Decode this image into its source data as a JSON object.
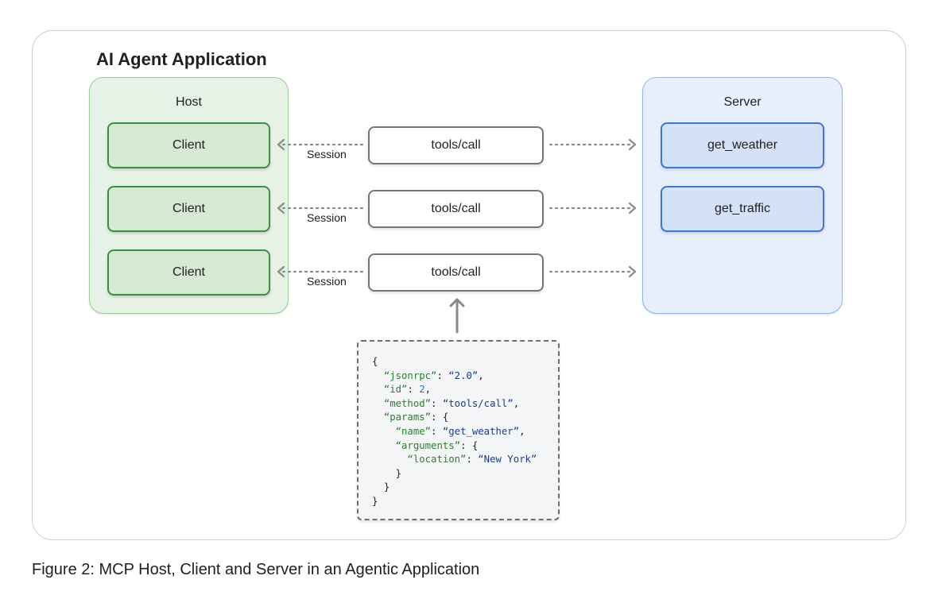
{
  "figure": {
    "app_title": "AI Agent Application",
    "caption": "Figure 2:  MCP Host, Client and Server in an Agentic Application"
  },
  "host": {
    "label": "Host",
    "clients": [
      "Client",
      "Client",
      "Client"
    ]
  },
  "server": {
    "label": "Server",
    "tools": [
      "get_weather",
      "get_traffic"
    ]
  },
  "requests": [
    {
      "label": "tools/call",
      "session": "Session"
    },
    {
      "label": "tools/call",
      "session": "Session"
    },
    {
      "label": "tools/call",
      "session": "Session"
    }
  ],
  "json_request": {
    "open_brace": "{",
    "jsonrpc_key": "“jsonrpc”",
    "jsonrpc_value": "“2.0”",
    "id_key": "“id”",
    "id_value": "2",
    "method_key": "“method”",
    "method_value": "“tools/call”",
    "params_key": "“params”",
    "name_key": "“name”",
    "name_value": "“get_weather”",
    "arguments_key": "“arguments”",
    "location_key": "“location”",
    "location_value": "“New York”",
    "close_brace": "}"
  },
  "colors": {
    "host_fill": "#e7f2e6",
    "client_border": "#3f8f3f",
    "server_fill": "#e8effc",
    "tool_border": "#3a78d6",
    "arrow_gray": "#8a8a8a",
    "json_key_green": "#2e7d32",
    "json_string_blue": "#1a3d8f"
  }
}
